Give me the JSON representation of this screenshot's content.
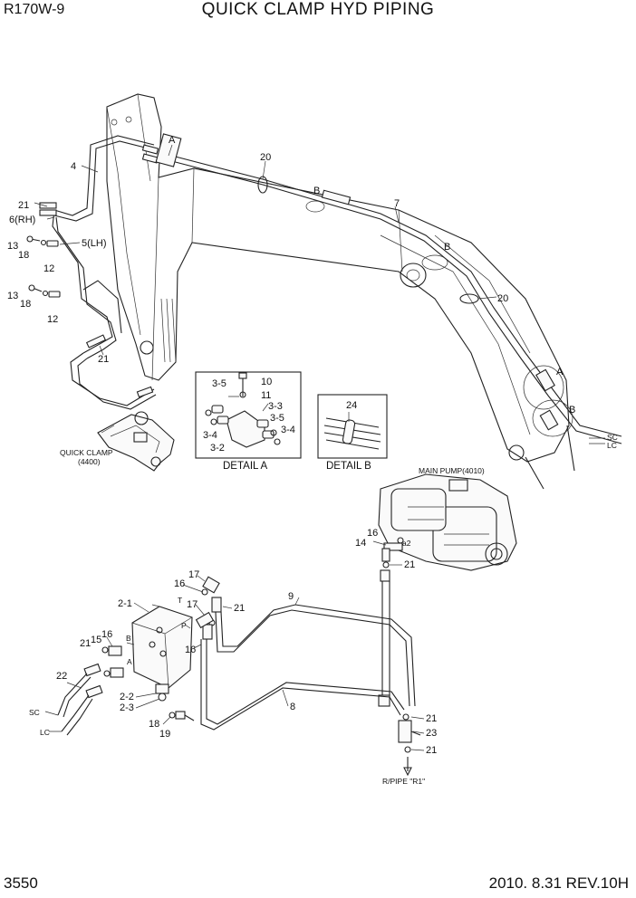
{
  "header": {
    "model": "R170W-9",
    "title": "QUICK CLAMP HYD PIPING"
  },
  "footer": {
    "page": "3550",
    "date_rev": "2010. 8.31  REV.10H"
  },
  "labels": {
    "l4": "4",
    "l21a": "21",
    "l6rh": "6(RH)",
    "l13a": "13",
    "l18a": "18",
    "l5lh": "5(LH)",
    "l12a": "12",
    "l13b": "13",
    "l18b": "18",
    "l12b": "12",
    "l21b": "21",
    "lA1": "A",
    "l20a": "20",
    "lB1": "B",
    "l7": "7",
    "lB2": "B",
    "l20b": "20",
    "lA2": "A",
    "lB3": "B",
    "lSC1": "SC",
    "lLC1": "LC",
    "l35a": "3-5",
    "l10": "10",
    "l11": "11",
    "l33": "3-3",
    "l35b": "3-5",
    "l34a": "3-4",
    "l34b": "3-4",
    "l32": "3-2",
    "l24": "24",
    "l16a": "16",
    "l14": "14",
    "la2": "a2",
    "l21c": "21",
    "l17a": "17",
    "l16b": "16",
    "l9": "9",
    "l21d": "21",
    "l21e": "21",
    "l15": "15",
    "l16c": "16",
    "l17b": "17",
    "l16d": "16",
    "l21_1": "2-1",
    "lT": "T",
    "lP": "P",
    "lB": "B",
    "lA": "A",
    "l22": "22",
    "lSC2": "SC",
    "lLC2": "LC",
    "l2_2": "2-2",
    "l2_3": "2-3",
    "l18c": "18",
    "l19": "19",
    "l8": "8",
    "l21f": "21",
    "l23": "23",
    "l21g": "21"
  },
  "captions": {
    "quick_clamp": "QUICK CLAMP",
    "quick_clamp_no": "(4400)",
    "detail_a": "DETAIL A",
    "detail_b": "DETAIL B",
    "main_pump": "MAIN PUMP(4010)",
    "rpipe": "R/PIPE \"R1\""
  }
}
